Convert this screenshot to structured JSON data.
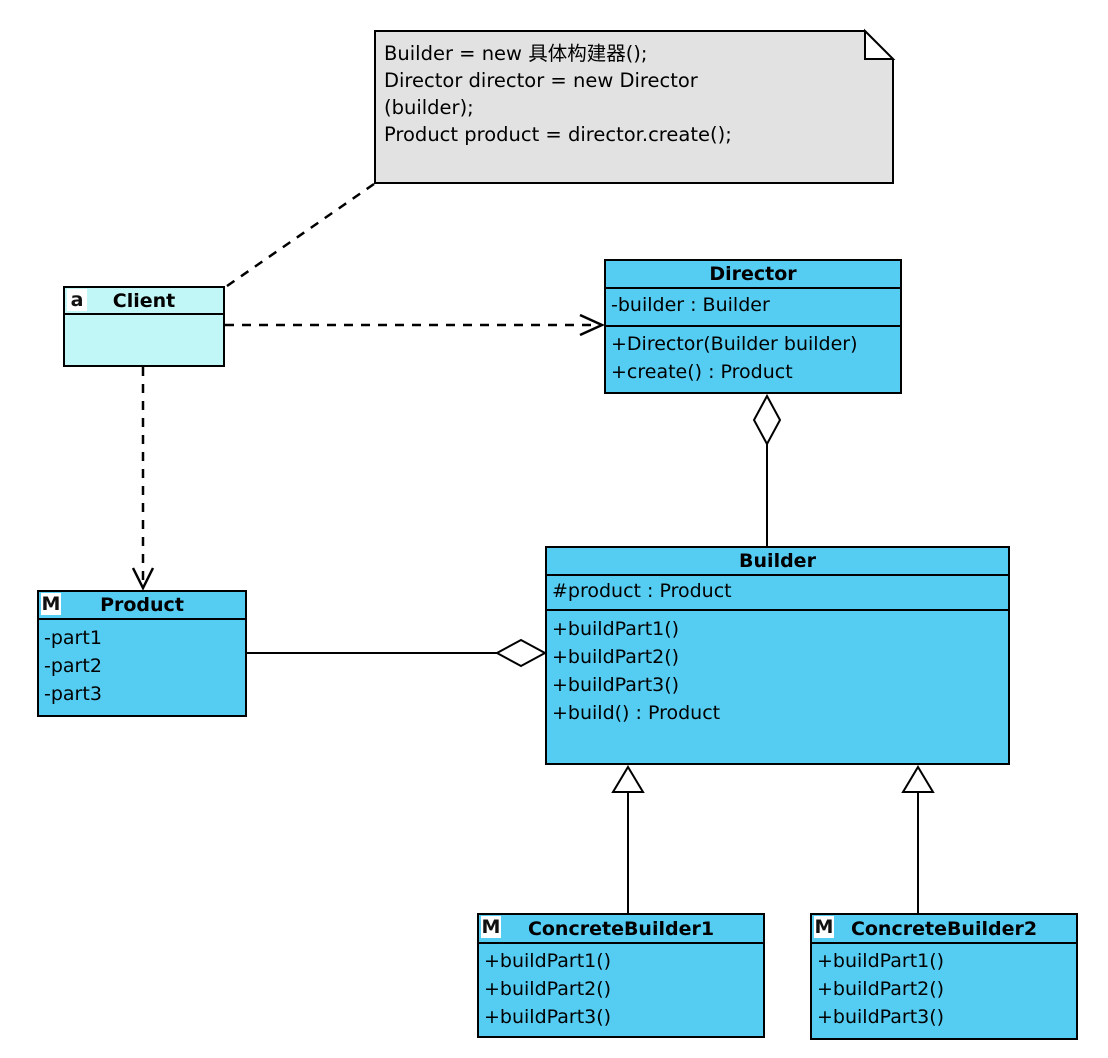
{
  "note": {
    "lines": [
      "Builder = new 具体构建器();",
      "Director director = new Director",
      "(builder);",
      "Product product = director.create();"
    ]
  },
  "classes": {
    "client": {
      "icon": "a",
      "name": "Client",
      "attributes": [],
      "methods": []
    },
    "director": {
      "name": "Director",
      "attributes": [
        "-builder : Builder"
      ],
      "methods": [
        "+Director(Builder builder)",
        "+create() : Product"
      ]
    },
    "product": {
      "icon": "M",
      "name": "Product",
      "attributes": [
        "-part1",
        "-part2",
        "-part3"
      ],
      "methods": []
    },
    "builder": {
      "name": "Builder",
      "attributes": [
        "#product : Product"
      ],
      "methods": [
        "+buildPart1()",
        "+buildPart2()",
        "+buildPart3()",
        "+build() : Product"
      ]
    },
    "concrete_builder1": {
      "icon": "M",
      "name": "ConcreteBuilder1",
      "attributes": [],
      "methods": [
        "+buildPart1()",
        "+buildPart2()",
        "+buildPart3()"
      ]
    },
    "concrete_builder2": {
      "icon": "M",
      "name": "ConcreteBuilder2",
      "attributes": [],
      "methods": [
        "+buildPart1()",
        "+buildPart2()",
        "+buildPart3()"
      ]
    }
  },
  "relationships": [
    {
      "from": "Client",
      "to": "note",
      "type": "anchor",
      "style": "dashed-line"
    },
    {
      "from": "Client",
      "to": "Director",
      "type": "dependency",
      "style": "dashed-open-arrow"
    },
    {
      "from": "Client",
      "to": "Product",
      "type": "dependency",
      "style": "dashed-open-arrow"
    },
    {
      "from": "Director",
      "to": "Builder",
      "type": "aggregation",
      "style": "hollow-diamond-at-director"
    },
    {
      "from": "Builder",
      "to": "Product",
      "type": "aggregation",
      "style": "hollow-diamond-at-builder"
    },
    {
      "from": "ConcreteBuilder1",
      "to": "Builder",
      "type": "generalization",
      "style": "hollow-triangle"
    },
    {
      "from": "ConcreteBuilder2",
      "to": "Builder",
      "type": "generalization",
      "style": "hollow-triangle"
    }
  ],
  "colors": {
    "class_fill": "#55CCF2",
    "client_fill": "#C2F7F7",
    "note_fill": "#E2E2E2",
    "stroke": "#000000"
  }
}
